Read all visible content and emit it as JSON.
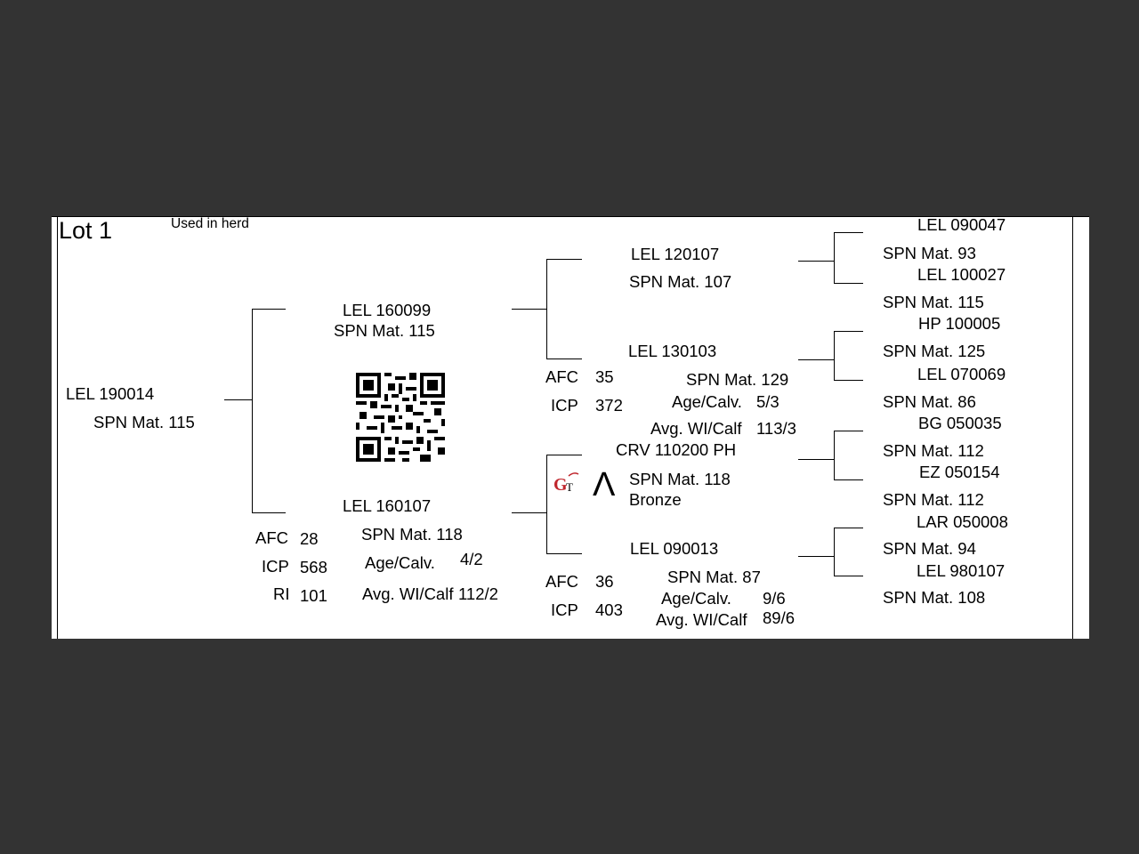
{
  "lot": "Lot 1",
  "note": "Used in herd",
  "calf": {
    "id": "LEL 190014",
    "mat": "SPN Mat. 115"
  },
  "sire": {
    "id": "LEL 160099",
    "mat": "SPN Mat. 115",
    "sire": {
      "id": "LEL 120107",
      "mat": "SPN Mat. 107",
      "sire": {
        "id": "LEL 090047",
        "mat": "SPN Mat. 93"
      },
      "dam": {
        "id": "LEL 100027",
        "mat": "SPN Mat. 115"
      }
    },
    "dam": {
      "id": "LEL 130103",
      "mat": "SPN Mat. 129",
      "afc_label": "AFC",
      "afc": "35",
      "icp_label": "ICP",
      "icp": "372",
      "age_label": "Age/Calv.",
      "age": "5/3",
      "wi_label": "Avg. WI/Calf",
      "wi": "113/3",
      "sire": {
        "id": "HP  100005",
        "mat": "SPN Mat. 125"
      },
      "dam": {
        "id": "LEL 070069",
        "mat": "SPN Mat. 86"
      }
    }
  },
  "dam": {
    "id": "LEL 160107",
    "mat": "SPN Mat. 118",
    "afc_label": "AFC",
    "afc": "28",
    "icp_label": "ICP",
    "icp": "568",
    "ri_label": "RI",
    "ri": "101",
    "age_label": "Age/Calv.",
    "age": "4/2",
    "wi_label": "Avg. WI/Calf",
    "wi": "112/2",
    "sire": {
      "id": "CRV 110200  PH",
      "mat": "SPN Mat. 118",
      "grade": "Bronze",
      "caret": "Λ",
      "sire": {
        "id": "BG  050035",
        "mat": "SPN Mat. 112"
      },
      "dam": {
        "id": "EZ  050154",
        "mat": "SPN Mat. 112"
      }
    },
    "dam": {
      "id": "LEL 090013",
      "mat": "SPN Mat. 87",
      "afc_label": "AFC",
      "afc": "36",
      "icp_label": "ICP",
      "icp": "403",
      "age_label": "Age/Calv.",
      "age": "9/6",
      "wi_label": "Avg. WI/Calf",
      "wi": "89/6",
      "sire": {
        "id": "LAR 050008",
        "mat": "SPN Mat. 94"
      },
      "dam": {
        "id": "LEL 980107",
        "mat": "SPN Mat. 108"
      }
    }
  },
  "colors": {
    "background": "#333333",
    "paper": "#ffffff",
    "ink": "#000000",
    "logo_red": "#c0262d"
  },
  "icons": {
    "qr": "qr-code-icon",
    "logo": "gt-logo-icon"
  }
}
